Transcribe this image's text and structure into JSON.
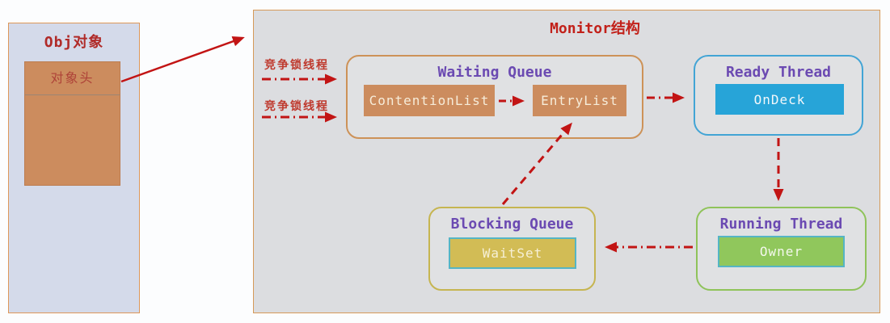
{
  "obj": {
    "title": "Obj对象",
    "header_label": "对象头"
  },
  "monitor": {
    "title": "Monitor结构"
  },
  "labels": {
    "contender1": "竞争锁线程",
    "contender2": "竞争锁线程"
  },
  "waiting_queue": {
    "title": "Waiting Queue",
    "items": {
      "contention": "ContentionList",
      "entry": "EntryList"
    }
  },
  "ready_thread": {
    "title": "Ready Thread",
    "item": "OnDeck"
  },
  "blocking_queue": {
    "title": "Blocking Queue",
    "item": "WaitSet"
  },
  "running_thread": {
    "title": "Running Thread",
    "item": "Owner"
  },
  "colors": {
    "arrow-red": "#c21414",
    "title-red": "#c2211a",
    "obj-title-red": "#b02a28",
    "header-text-red": "#ae4238",
    "label-red": "#bf3a2e",
    "purple": "#6b4ab2",
    "obj-bg": "#d4daea",
    "obj-border": "#dd9759",
    "monitor-bg": "#dcdde0",
    "monitor-border": "#d69a58",
    "panel-bg": "#e0e1e3",
    "tan-border": "#cd9258",
    "orange-fill": "#cc8c5e",
    "orange-text": "#f6ecd9",
    "blue-border": "#42a4d5",
    "blue-fill": "#27a4d8",
    "green-border": "#8fc35a",
    "green-fill": "#90c75c",
    "yellow-border": "#c6b551",
    "yellow-fill": "#d2bc55",
    "teal-border": "#55b5c5",
    "light-text": "#f2f7fa"
  }
}
